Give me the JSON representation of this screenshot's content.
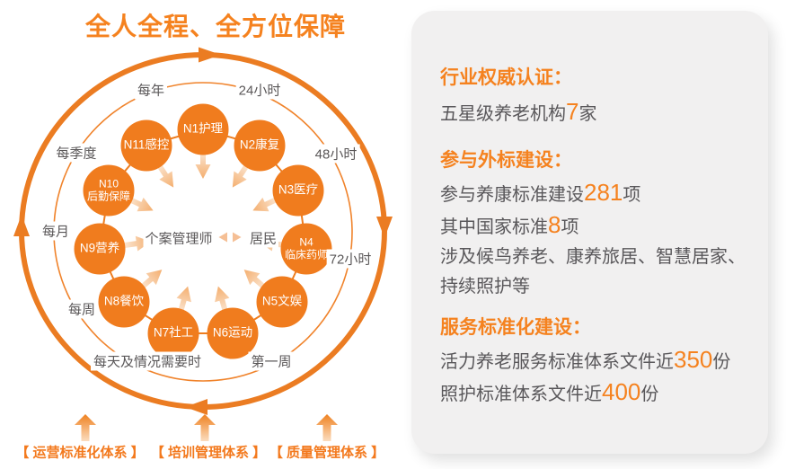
{
  "title": "全人全程、全方位保障",
  "diagram": {
    "nodes": [
      {
        "label": "N1护理"
      },
      {
        "label": "N2康复"
      },
      {
        "label": "N3医疗"
      },
      {
        "label": "N4",
        "label2": "临床药师"
      },
      {
        "label": "N5文娱"
      },
      {
        "label": "N6运动"
      },
      {
        "label": "N7社工"
      },
      {
        "label": "N8餐饮"
      },
      {
        "label": "N9营养"
      },
      {
        "label": "N10",
        "label2": "后勤保障"
      },
      {
        "label": "N11感控"
      }
    ],
    "ring_labels": [
      "每年",
      "24小时",
      "每季度",
      "48小时",
      "每月",
      "72小时",
      "每周",
      "每天及情况需要时",
      "第一周"
    ],
    "center_left": "个案管理师",
    "center_right": "居民",
    "systems": [
      "【 运营标准化体系 】",
      "【 培训管理体系 】",
      "【 质量管理体系 】"
    ]
  },
  "panel": {
    "sections": [
      {
        "heading": "行业权威认证：",
        "lines": [
          {
            "pre": "五星级养老机构",
            "num": "7",
            "post": "家"
          }
        ]
      },
      {
        "heading": "参与外标建设：",
        "lines": [
          {
            "pre": "参与养康标准建设",
            "num": "281",
            "post": "项"
          },
          {
            "pre": "其中国家标准",
            "num": "8",
            "post": "项"
          },
          {
            "pre": "涉及候鸟养老、康养旅居、智慧居家、"
          },
          {
            "pre": "持续照护等"
          }
        ]
      },
      {
        "heading": "服务标准化建设：",
        "lines": [
          {
            "pre": "活力养老服务标准体系文件近",
            "num": "350",
            "post": "份"
          },
          {
            "pre": "照护标准体系文件近",
            "num": "400",
            "post": "份"
          }
        ]
      }
    ]
  },
  "colors": {
    "accent_orange": "#F5821F",
    "shape_orange": "#EE7C20",
    "light_arrow": "#F4AE6E",
    "panel_bg": "#F1F0F0",
    "body_gray": "#59575A"
  }
}
